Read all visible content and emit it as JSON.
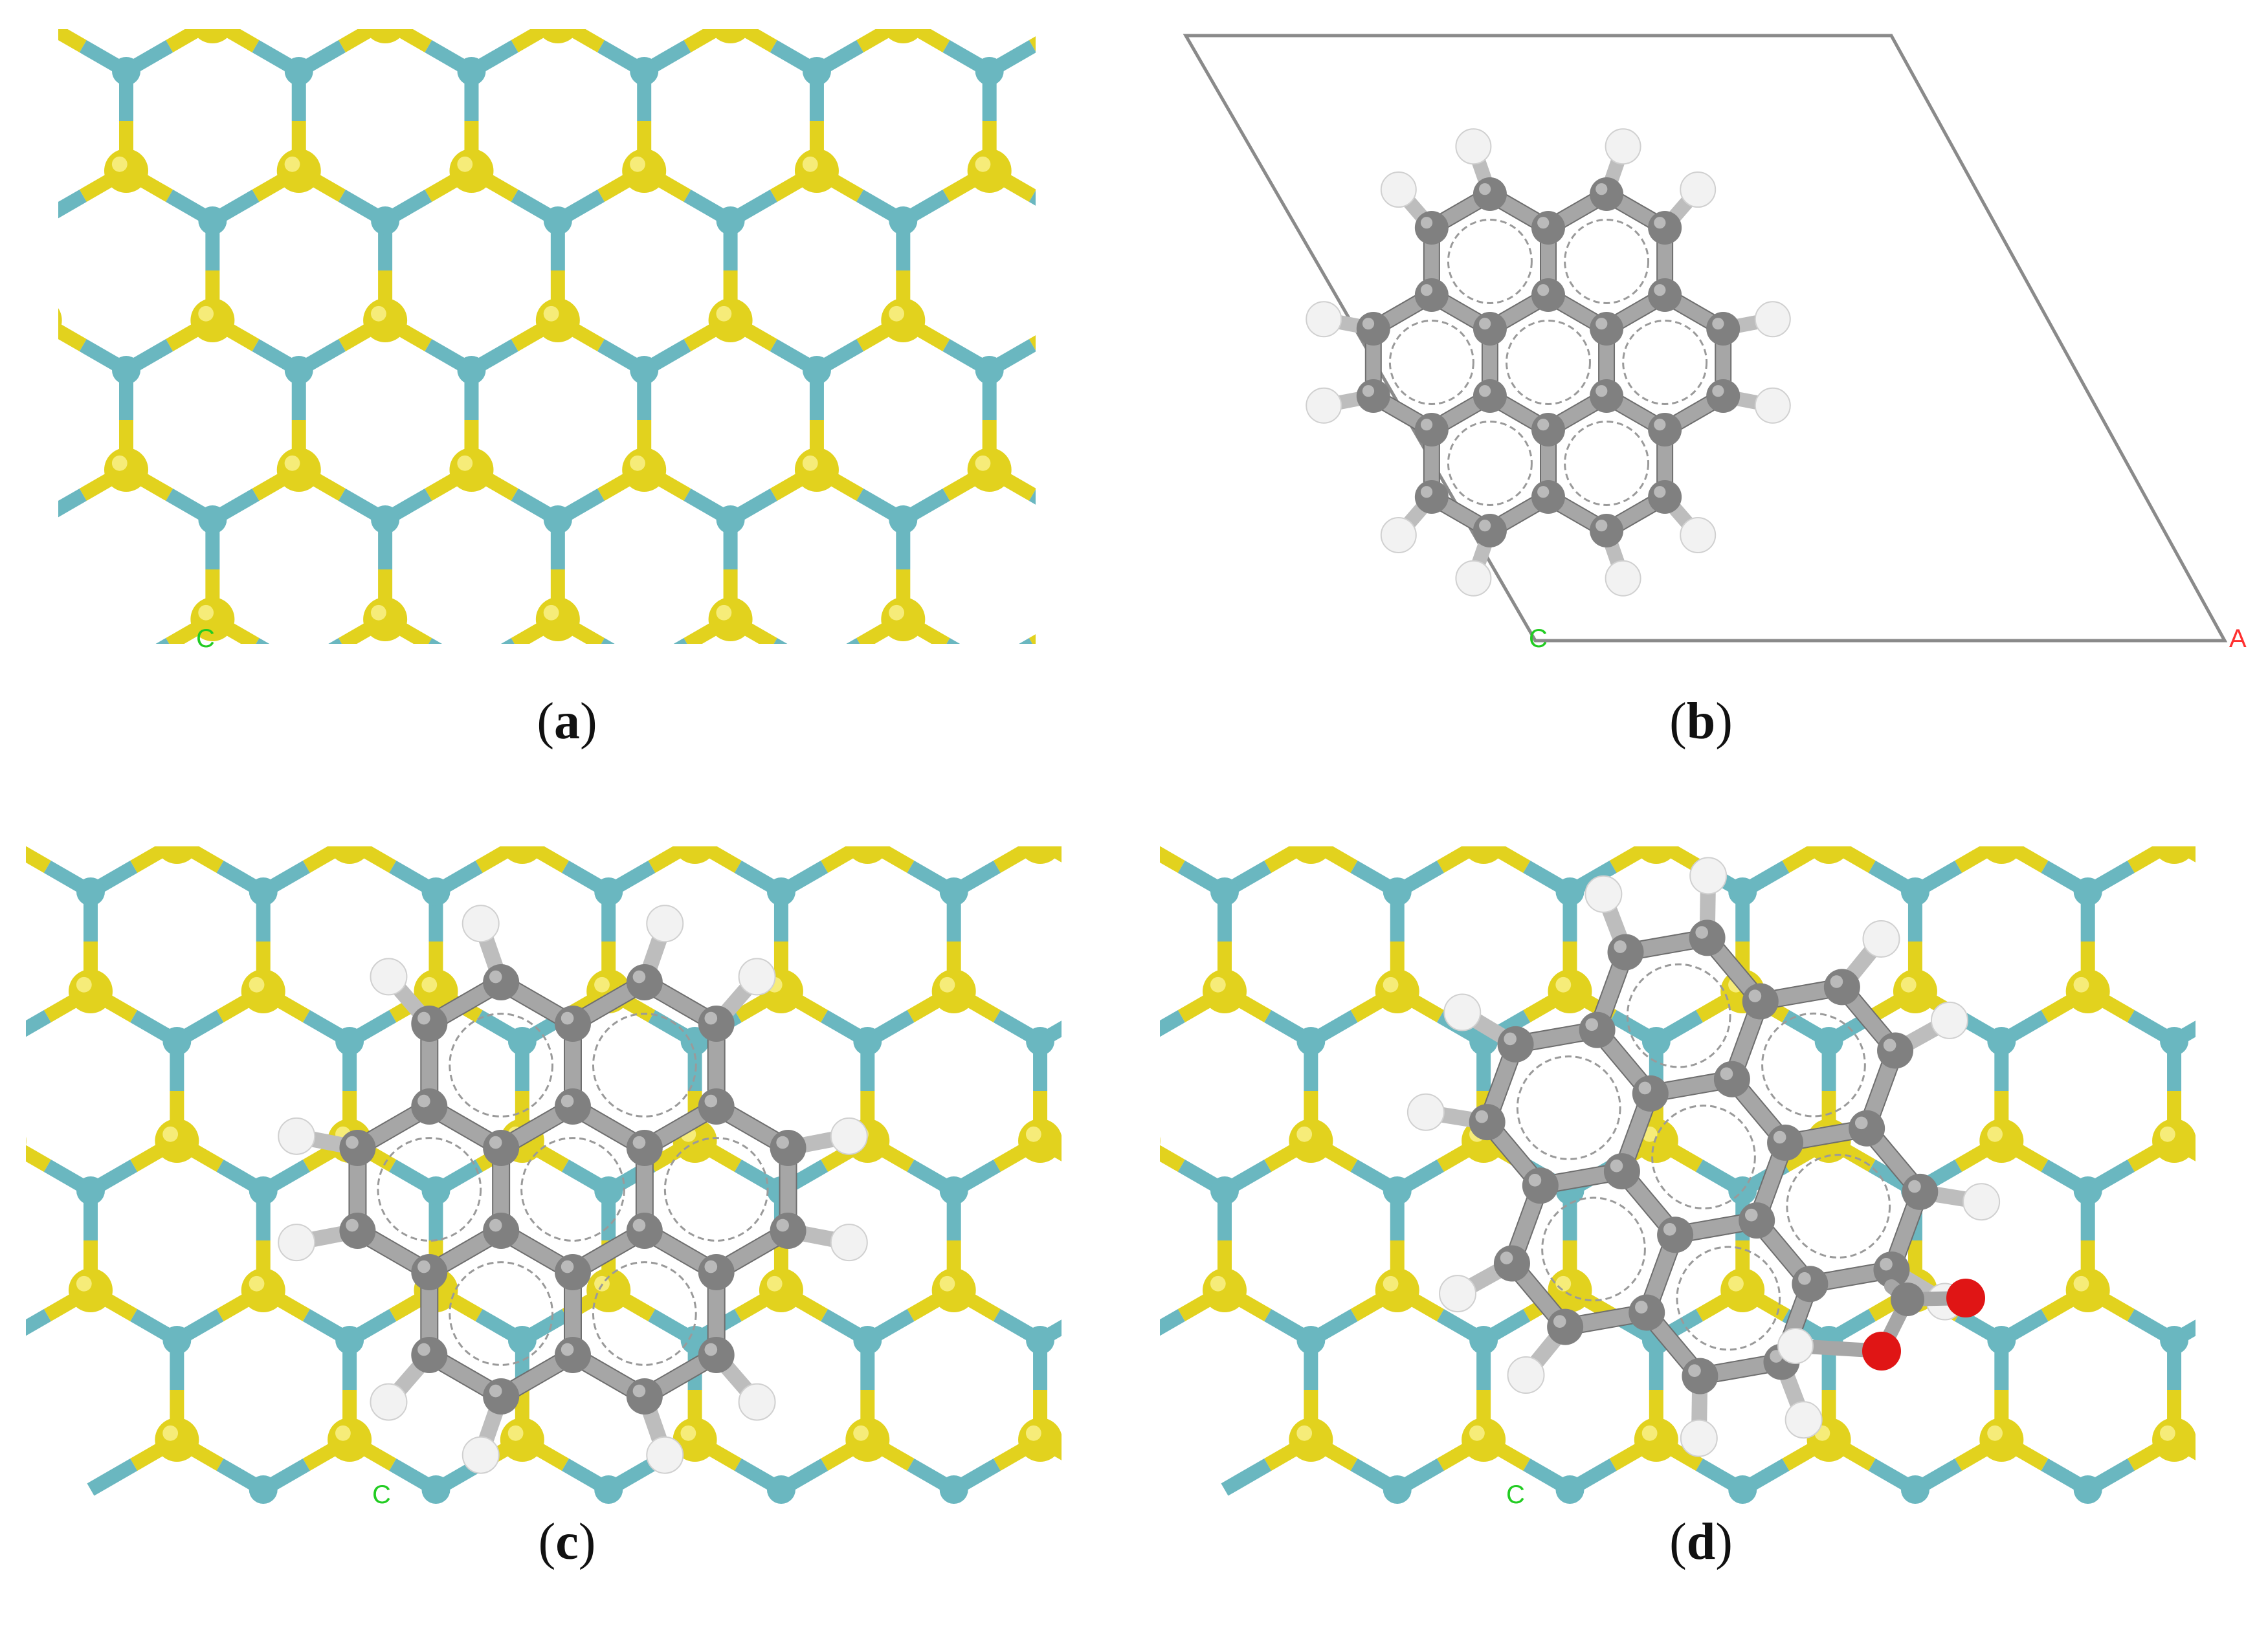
{
  "panels": [
    {
      "id": "a",
      "caption_letter": "a",
      "axis_label": "C"
    },
    {
      "id": "b",
      "caption_letter": "b",
      "axis_label": "C",
      "axis_label_2": "A"
    },
    {
      "id": "c",
      "caption_letter": "c",
      "axis_label": "C"
    },
    {
      "id": "d",
      "caption_letter": "d",
      "axis_label": "C"
    }
  ],
  "colors": {
    "sulfur": "#e2d21e",
    "metal": "#6ab7c0",
    "carbon": "#808080",
    "hydrogen": "#f2f2f2",
    "oxygen": "#e01515",
    "cell_line": "#8a8a8a",
    "axis_label": "#22cc22",
    "axis_label_red": "#ff3030"
  }
}
